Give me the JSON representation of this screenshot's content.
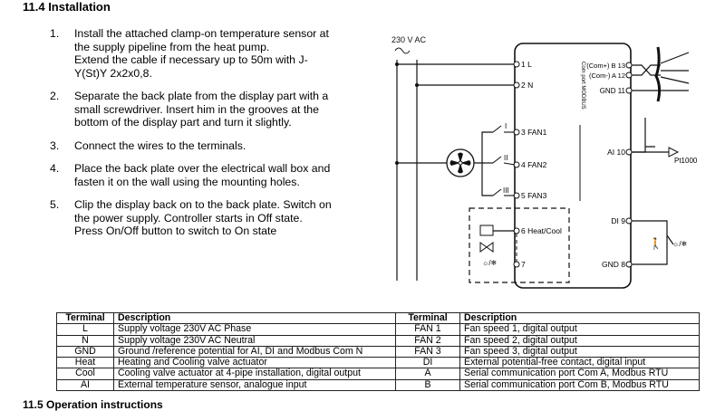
{
  "section_title": "11.4 Installation",
  "steps": [
    {
      "num": "1.",
      "lines": [
        "Install the attached clamp-on temperature sensor at",
        "the supply pipeline from the heat pump.",
        "Extend the cable if necessary up to 50m with J-",
        "Y(St)Y 2x2x0,8."
      ]
    },
    {
      "num": "2.",
      "lines": [
        "Separate the back plate from the display part with a",
        "small screwdriver. Insert him in the grooves at the",
        "bottom of the display part and turn it slightly."
      ]
    },
    {
      "num": "3.",
      "lines": [
        "Connect the wires to the terminals."
      ]
    },
    {
      "num": "4.",
      "lines": [
        "Place the back plate over the electrical wall box and",
        "fasten it on the wall using the mounting holes."
      ]
    },
    {
      "num": "5.",
      "lines": [
        "Clip the display back on to the back plate. Switch on",
        "the power supply. Controller starts in Off state.",
        "Press On/Off button to switch to On state"
      ]
    }
  ],
  "diagram": {
    "supply": "230 V AC",
    "left_terminals": [
      "1 L",
      "2 N",
      "3 FAN1",
      "4 FAN2",
      "5 FAN3",
      "6 Heat/Cool",
      "7"
    ],
    "speed_marks": [
      "I",
      "II",
      "III"
    ],
    "right_terminals": [
      "(Com+) B 13",
      "(Com-) A 12",
      "GND 11",
      "AI 10",
      "DI 9",
      "GND 8"
    ],
    "bus_label": "Com port MODBUS",
    "sensor": "Pt1000"
  },
  "table": {
    "headers": [
      "Terminal",
      "Description",
      "Terminal",
      "Description"
    ],
    "rows": [
      [
        "L",
        "Supply voltage 230V AC Phase",
        "FAN 1",
        "Fan speed 1, digital output"
      ],
      [
        "N",
        "Supply voltage 230V AC Neutral",
        "FAN 2",
        "Fan speed 2, digital output"
      ],
      [
        "GND",
        "Ground /reference potential for AI, DI and Modbus Com N",
        "FAN 3",
        "Fan speed 3, digital output"
      ],
      [
        "Heat",
        "Heating and Cooling valve actuator",
        "DI",
        "External potential-free contact, digital input"
      ],
      [
        "Cool",
        "Cooling valve actuator at 4-pipe installation, digital output",
        "A",
        "Serial communication port Com A, Modbus RTU"
      ],
      [
        "AI",
        "External temperature sensor, analogue input",
        "B",
        "Serial communication port Com B, Modbus RTU"
      ]
    ]
  },
  "next_section_title": "11.5 Operation instructions"
}
